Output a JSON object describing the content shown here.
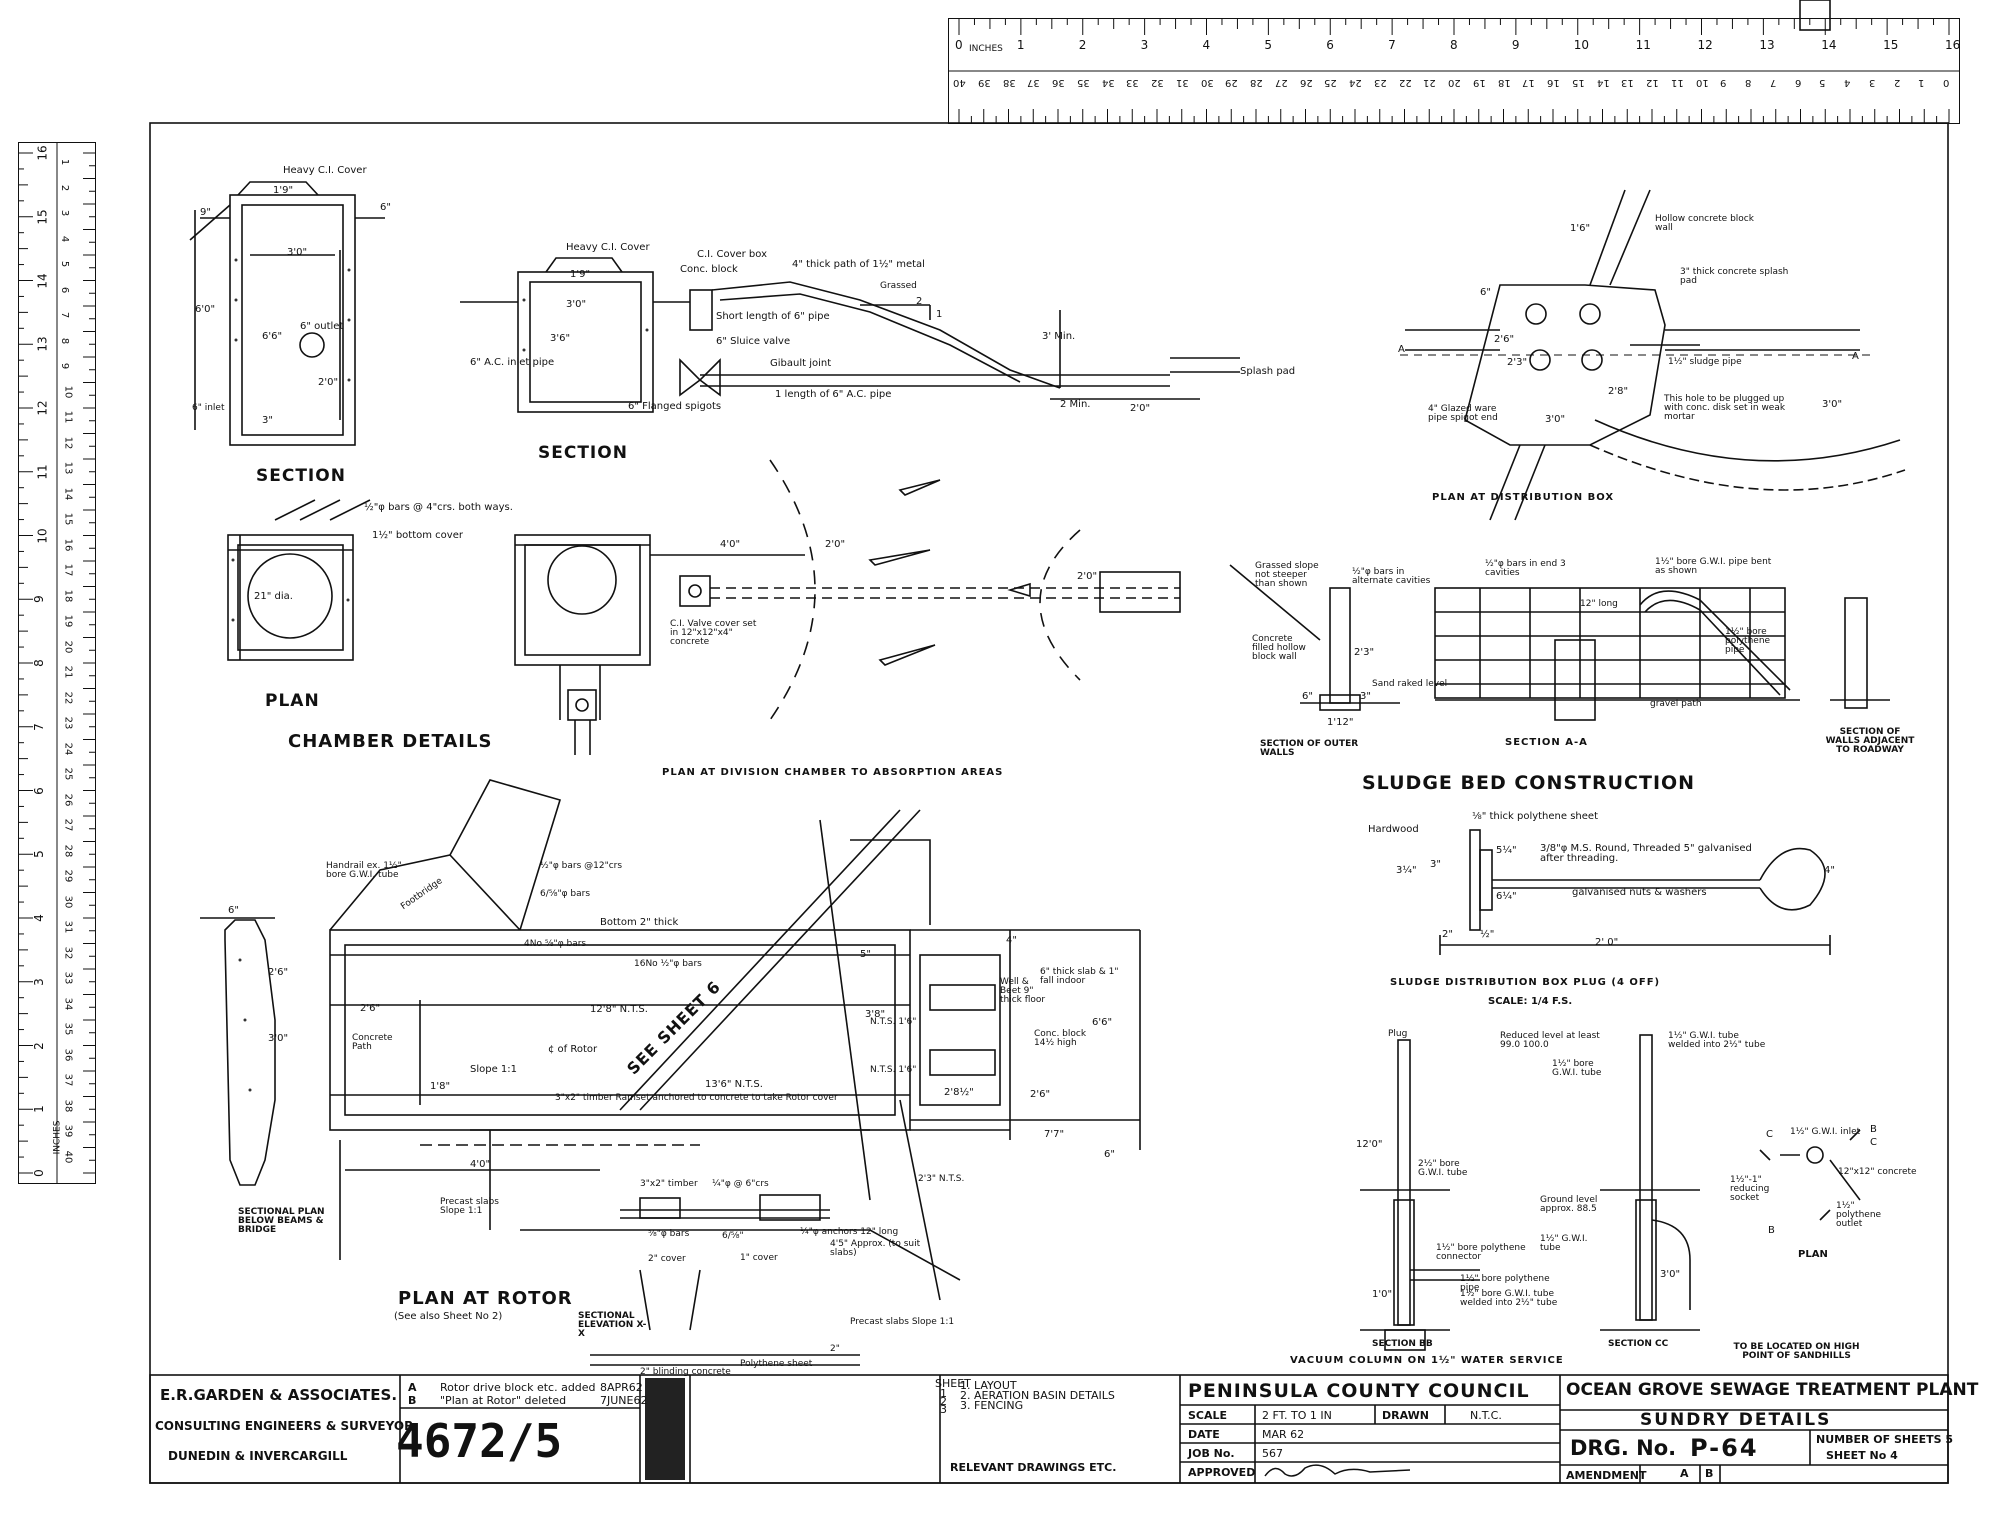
{
  "ruler_top": {
    "label": "INCHES",
    "numbers": [
      "0",
      "1",
      "2",
      "3",
      "4",
      "5",
      "6",
      "7",
      "8",
      "9",
      "10",
      "11",
      "12",
      "13",
      "14",
      "15",
      "16"
    ],
    "cm_numbers": [
      "40",
      "39",
      "38",
      "37",
      "36",
      "35",
      "34",
      "33",
      "32",
      "31",
      "30",
      "29",
      "28",
      "27",
      "26",
      "25",
      "24",
      "23",
      "22",
      "21",
      "20",
      "19",
      "18",
      "17",
      "16",
      "15",
      "14",
      "13",
      "12",
      "11",
      "10",
      "9",
      "8",
      "7",
      "6",
      "5",
      "4",
      "3",
      "2",
      "1",
      "0"
    ]
  },
  "ruler_left": {
    "label": "INCHES",
    "numbers": [
      "16",
      "15",
      "14",
      "13",
      "12",
      "11",
      "10",
      "9",
      "8",
      "7",
      "6",
      "5",
      "4",
      "3",
      "2",
      "1",
      "0"
    ],
    "cm_numbers": [
      "1",
      "2",
      "3",
      "4",
      "5",
      "6",
      "7",
      "8",
      "9",
      "10",
      "11",
      "12",
      "13",
      "14",
      "15",
      "16",
      "17",
      "18",
      "19",
      "20",
      "21",
      "22",
      "23",
      "24",
      "25",
      "26",
      "27",
      "28",
      "29",
      "30",
      "31",
      "32",
      "33",
      "34",
      "35",
      "36",
      "37",
      "38",
      "39",
      "40"
    ]
  },
  "views": {
    "chamber_section": {
      "title": "SECTION",
      "notes": [
        "Heavy C.I. Cover",
        "6\" outlet",
        "6\" inlet",
        "1'9\"",
        "3'0\"",
        "6'0\"",
        "6'6\"",
        "2'0\"",
        "9\"",
        "6\"",
        "3\""
      ]
    },
    "division_section": {
      "title": "SECTION",
      "notes": [
        "Heavy C.I. Cover",
        "C.I. Cover box",
        "Conc. block",
        "4\" thick path of 1½\" metal",
        "Grassed",
        "Short length of 6\" pipe",
        "6\" Sluice valve",
        "Gibault joint",
        "1 length of 6\" A.C. pipe",
        "6\" A.C. inlet pipe",
        "6\" Flanged spigots",
        "3' Min.",
        "2 Min.",
        "2'0\"",
        "Splash pad",
        "3'0\"",
        "3'6\"",
        "1'9\"",
        "2",
        "1"
      ]
    },
    "chamber_plan": {
      "title": "PLAN",
      "notes": [
        "½\"φ bars @ 4\"crs. both ways.",
        "1½\" bottom cover",
        "21\" dia."
      ]
    },
    "chamber_details_title": "CHAMBER DETAILS",
    "division_plan": {
      "title": "PLAN AT DIVISION CHAMBER TO ABSORPTION AREAS",
      "notes": [
        "4'0\"",
        "2'0\"",
        "C.I. Valve cover set in 12\"x12\"x4\" concrete",
        "2'0\""
      ]
    },
    "distribution_plan": {
      "title": "PLAN AT DISTRIBUTION BOX",
      "notes": [
        "Hollow concrete block wall",
        "3\" thick concrete splash pad",
        "1½\" sludge pipe",
        "This hole to be plugged up with conc. disk set in weak mortar",
        "4\" Glazed ware pipe spigot end",
        "1'6\"",
        "6\"",
        "2'6\"",
        "2'3\"",
        "2'8\"",
        "3'0\"",
        "3'0\"",
        "A",
        "A"
      ]
    },
    "section_outer_walls": {
      "title": "SECTION OF OUTER WALLS",
      "notes": [
        "Grassed slope not steeper than shown",
        "½\"φ bars in alternate cavities",
        "Concrete filled hollow block wall",
        "2'3\"",
        "1'12\"",
        "6\"",
        "3\""
      ]
    },
    "section_aa": {
      "title": "SECTION  A-A",
      "notes": [
        "½\"φ bars in end 3 cavities",
        "1½\" bore G.W.I. pipe bent as shown",
        "1½\" bore polythene pipe",
        "Sand raked level",
        "gravel path",
        "12\" long"
      ]
    },
    "section_walls_roadway": {
      "title": "SECTION OF WALLS ADJACENT TO ROADWAY"
    },
    "sludge_bed_title": "SLUDGE BED CONSTRUCTION",
    "plug_detail": {
      "title": "SLUDGE DISTRIBUTION BOX PLUG   (4 OFF)",
      "scale": "SCALE:  1/4 F.S.",
      "notes": [
        "Hardwood",
        "⅛\" thick polythene sheet",
        "3/8\"φ M.S. Round, Threaded 5\" galvanised after threading.",
        "galvanised nuts & washers",
        "2'  0\"",
        "2\"",
        "½\"",
        "3¼\"",
        "3\"",
        "5¼\"",
        "6¼\"",
        "4\""
      ]
    },
    "rotor_plan": {
      "title": "PLAN AT ROTOR",
      "subtitle": "(See also Sheet No 2)",
      "notes": [
        "Handrail ex. 1½\" bore G.W.I. tube",
        "Footbridge",
        "Bottom 2\" thick",
        "4No ⅝\"φ bars",
        "16No ½\"φ bars",
        "½\"φ bars @12\"crs",
        "6/⅝\"φ bars",
        "12'8\" N.T.S.",
        "¢ of Rotor",
        "SEE SHEET 6",
        "N.T.S. 1'6\"",
        "N.T.S. 1'6\"",
        "Slope 1:1",
        "3\"x2\" timber Ramset  anchored to concrete to take Rotor cover",
        "13'6\" N.T.S.",
        "6\" thick slab & 1\" fall indoor",
        "Well & Beet 9\" thick floor",
        "Conc. block 14½ high",
        "6'6\"",
        "7'7\"",
        "2'8½\"",
        "2'6\"",
        "3'8\"",
        "1'8\"",
        "4'0\"",
        "2'6\"",
        "Concrete Path",
        "Precast slabs Slope 1:1",
        "6\"",
        "4\"",
        "5\""
      ]
    },
    "sectional_plan_beams": {
      "title": "SECTIONAL PLAN BELOW BEAMS & BRIDGE",
      "notes": [
        "6\"",
        "2'6\"",
        "3'0\""
      ]
    },
    "sectional_elevation": {
      "title": "SECTIONAL ELEVATION X-X",
      "notes": [
        "3\"x2\" timber",
        "¼\"φ @ 6\"crs",
        "⅝\"φ bars",
        "2\" cover",
        "6/⅝\"",
        "¼\"φ anchors 12\" long",
        "1\" cover",
        "4'5\" Approx. (to suit slabs)",
        "2'3\" N.T.S.",
        "Precast slabs Slope 1:1",
        "2\" blinding concrete",
        "Polythene sheet",
        "2\""
      ]
    },
    "vacuum_column": {
      "title": "VACUUM  COLUMN  ON  1½\"  WATER  SERVICE",
      "section_bb": "SECTION BB",
      "section_cc": "SECTION CC",
      "location_note": "TO BE LOCATED ON HIGH POINT OF SANDHILLS",
      "notes": [
        "Plug",
        "12'0\"",
        "2½\" bore G.W.I. tube",
        "1½\" bore G.W.I. tube",
        "Reduced level at least 99.0 100.0",
        "1½\" G.W.I. tube welded into 2½\" tube",
        "Ground level approx. 88.5",
        "1½\" G.W.I. tube",
        "1½\" bore polythene connector",
        "1½\" bore polythene pipe",
        "1½\" bore G.W.I. tube welded into 2½\" tube",
        "3'0\"",
        "1'0\""
      ]
    },
    "vacuum_plan": {
      "title": "PLAN",
      "notes": [
        "1½\" G.W.I. inlet",
        "1½\" polythene outlet",
        "1½\"-1\" reducing socket",
        "12\"x12\" concrete",
        "B",
        "B",
        "C",
        "C"
      ]
    }
  },
  "title_block": {
    "firm": "E.R.GARDEN & ASSOCIATES.",
    "firm_line2": "CONSULTING ENGINEERS & SURVEYOR",
    "firm_line3": "DUNEDIN & INVERCARGILL",
    "job_number_big": "4672/5",
    "amendments": [
      {
        "letter": "A",
        "text": "Rotor drive block etc. added",
        "date": "8APR62"
      },
      {
        "letter": "B",
        "text": "\"Plan at Rotor\" deleted",
        "date": "7JUNE62"
      }
    ],
    "sheet_refs_label": "SHEET",
    "sheet_refs": [
      "1. LAYOUT",
      "2. AERATION BASIN DETAILS",
      "3. FENCING"
    ],
    "sheet_ref_nums": [
      "1",
      "2",
      "3"
    ],
    "relevant_drawings": "RELEVANT  DRAWINGS  ETC.",
    "client": "PENINSULA COUNTY COUNCIL",
    "scale_label": "SCALE",
    "scale_value": "2 FT. TO 1 IN",
    "drawn_label": "DRAWN",
    "drawn_value": "N.T.C.",
    "date_label": "DATE",
    "date_value": "MAR 62",
    "job_label": "JOB No.",
    "job_value": "567",
    "approved_label": "APPROVED",
    "project": "OCEAN GROVE SEWAGE TREATMENT PLANT",
    "sheet_title": "SUNDRY   DETAILS",
    "drg_label": "DRG. No.",
    "drg_value": "P-64",
    "num_sheets_label": "NUMBER OF SHEETS 5",
    "sheet_no_label": "SHEET  No  4",
    "amendment_label": "AMENDMENT",
    "amendment_letters": [
      "A",
      "B"
    ]
  },
  "colors": {
    "ink": "#111111",
    "paper": "#ffffff",
    "hatch": "#333333"
  }
}
